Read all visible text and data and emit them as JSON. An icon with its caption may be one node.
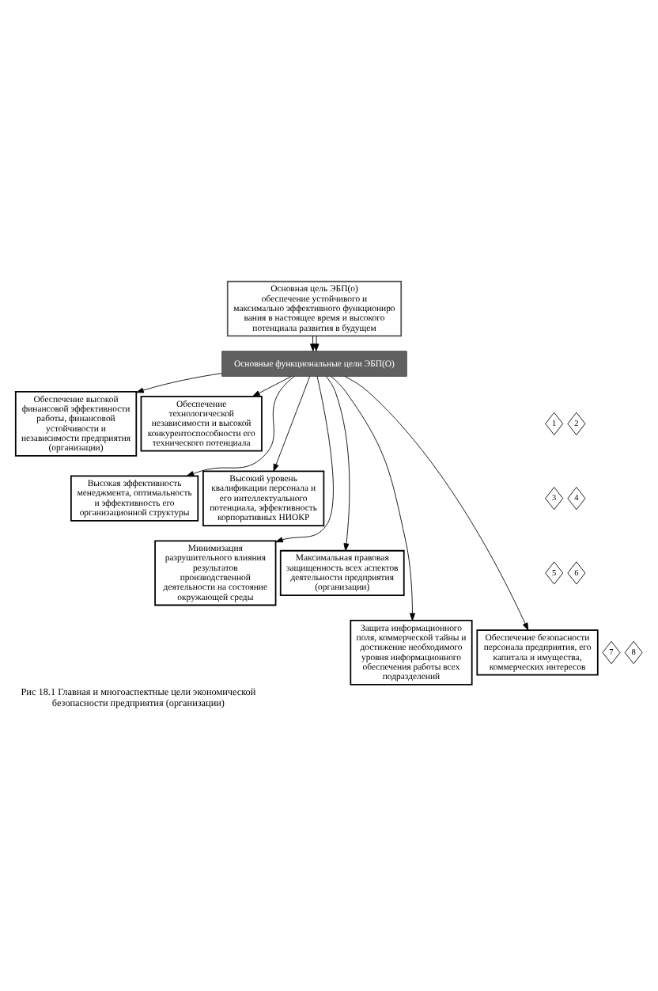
{
  "diagram": {
    "caption": "Рис 18.1 Главная и многоаспектные цели экономической безопасности предприятия (организации)",
    "nodes": [
      {
        "text": [
          "Основная цель ЭБП(о)",
          "обеспечение устойчивого и максимально эффективного функциониро вания в настоящее время и высокого потенциала развития в будущем"
        ]
      },
      {
        "text": [
          "Основные функциональные цели ЭБП(О)"
        ]
      },
      {
        "text": [
          "1"
        ]
      },
      {
        "text": [
          "Обеспечение высокой финансовой эффективности работы, финансовой устойчивости и независимости предприятия (организации)"
        ]
      },
      {
        "text": [
          "2"
        ]
      },
      {
        "text": [
          "Обеспечение технологической независимости и высокой конкурентоспособности его технического потенциала"
        ]
      },
      {
        "text": [
          "3"
        ]
      },
      {
        "text": [
          "Высокая эффективность менеджмента, оптимальность и эффективность его организационной структуры"
        ]
      },
      {
        "text": [
          "4"
        ]
      },
      {
        "text": [
          "Высокий уровень квалификации персонала и его интеллектуального потенциала, эффективность корпоративных НИОКР"
        ]
      },
      {
        "text": [
          "5"
        ]
      },
      {
        "text": [
          "Минимизация разрушительного влияния результатов производственной деятельности на состояние окружающей среды"
        ]
      },
      {
        "text": [
          "6"
        ]
      },
      {
        "text": [
          "Максимальная правовая защищенность всех аспектов деятельности предприятия (организации)"
        ]
      },
      {
        "text": [
          "7"
        ]
      },
      {
        "text": [
          "Защита информационного поля, коммерческой тайны и достижение необходимого уровня информационного обеспечения работы всех подразделений"
        ]
      },
      {
        "text": [
          "8"
        ]
      },
      {
        "text": [
          "Обеспечение безопасности персонала предприятия, его капитала и имущества, коммерческих интересов"
        ]
      }
    ],
    "edges": [
      {
        "from": 0,
        "to": 1,
        "arrow": "to"
      },
      {
        "from": 0,
        "to": 1,
        "arrow": "to"
      },
      {
        "from": 1,
        "to": 3,
        "arrow": "to"
      },
      {
        "from": 1,
        "to": 5,
        "arrow": "to"
      },
      {
        "from": 1,
        "to": 7,
        "arrow": "to"
      },
      {
        "from": 1,
        "to": 9,
        "arrow": "to"
      },
      {
        "from": 1,
        "to": 11,
        "arrow": "to"
      },
      {
        "from": 1,
        "to": 13,
        "arrow": "to"
      },
      {
        "from": 1,
        "to": 15,
        "arrow": "to"
      },
      {
        "from": 1,
        "to": 17,
        "arrow": "to"
      }
    ]
  }
}
